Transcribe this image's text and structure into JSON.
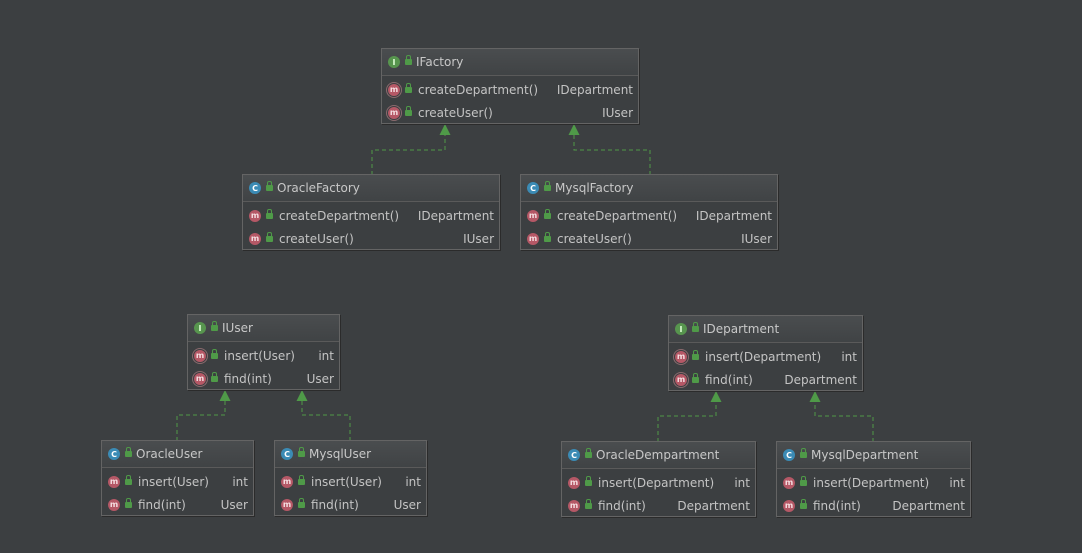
{
  "colors": {
    "background": "#3c3f41",
    "edge": "#4f9a48",
    "interface_icon": "#57954e",
    "class_icon": "#3b8bb5",
    "method_icon": "#b55866"
  },
  "nodes": {
    "ifactory": {
      "kind": "interface",
      "kind_glyph": "I",
      "name": "IFactory",
      "members": [
        {
          "glyph": "m",
          "name": "createDepartment()",
          "type": "IDepartment"
        },
        {
          "glyph": "m",
          "name": "createUser()",
          "type": "IUser"
        }
      ]
    },
    "oracle_factory": {
      "kind": "class",
      "kind_glyph": "C",
      "name": "OracleFactory",
      "members": [
        {
          "glyph": "m",
          "name": "createDepartment()",
          "type": "IDepartment"
        },
        {
          "glyph": "m",
          "name": "createUser()",
          "type": "IUser"
        }
      ]
    },
    "mysql_factory": {
      "kind": "class",
      "kind_glyph": "C",
      "name": "MysqlFactory",
      "members": [
        {
          "glyph": "m",
          "name": "createDepartment()",
          "type": "IDepartment"
        },
        {
          "glyph": "m",
          "name": "createUser()",
          "type": "IUser"
        }
      ]
    },
    "iuser": {
      "kind": "interface",
      "kind_glyph": "I",
      "name": "IUser",
      "members": [
        {
          "glyph": "m",
          "name": "insert(User)",
          "type": "int"
        },
        {
          "glyph": "m",
          "name": "find(int)",
          "type": "User"
        }
      ]
    },
    "oracle_user": {
      "kind": "class",
      "kind_glyph": "C",
      "name": "OracleUser",
      "members": [
        {
          "glyph": "m",
          "name": "insert(User)",
          "type": "int"
        },
        {
          "glyph": "m",
          "name": "find(int)",
          "type": "User"
        }
      ]
    },
    "mysql_user": {
      "kind": "class",
      "kind_glyph": "C",
      "name": "MysqlUser",
      "members": [
        {
          "glyph": "m",
          "name": "insert(User)",
          "type": "int"
        },
        {
          "glyph": "m",
          "name": "find(int)",
          "type": "User"
        }
      ]
    },
    "idepartment": {
      "kind": "interface",
      "kind_glyph": "I",
      "name": "IDepartment",
      "members": [
        {
          "glyph": "m",
          "name": "insert(Department)",
          "type": "int"
        },
        {
          "glyph": "m",
          "name": "find(int)",
          "type": "Department"
        }
      ]
    },
    "oracle_dempartment": {
      "kind": "class",
      "kind_glyph": "C",
      "name": "OracleDempartment",
      "members": [
        {
          "glyph": "m",
          "name": "insert(Department)",
          "type": "int"
        },
        {
          "glyph": "m",
          "name": "find(int)",
          "type": "Department"
        }
      ]
    },
    "mysql_department": {
      "kind": "class",
      "kind_glyph": "C",
      "name": "MysqlDepartment",
      "members": [
        {
          "glyph": "m",
          "name": "insert(Department)",
          "type": "int"
        },
        {
          "glyph": "m",
          "name": "find(int)",
          "type": "Department"
        }
      ]
    }
  },
  "edges": [
    {
      "from": "OracleFactory",
      "to": "IFactory",
      "relation": "implements"
    },
    {
      "from": "MysqlFactory",
      "to": "IFactory",
      "relation": "implements"
    },
    {
      "from": "OracleUser",
      "to": "IUser",
      "relation": "implements"
    },
    {
      "from": "MysqlUser",
      "to": "IUser",
      "relation": "implements"
    },
    {
      "from": "OracleDempartment",
      "to": "IDepartment",
      "relation": "implements"
    },
    {
      "from": "MysqlDepartment",
      "to": "IDepartment",
      "relation": "implements"
    }
  ]
}
